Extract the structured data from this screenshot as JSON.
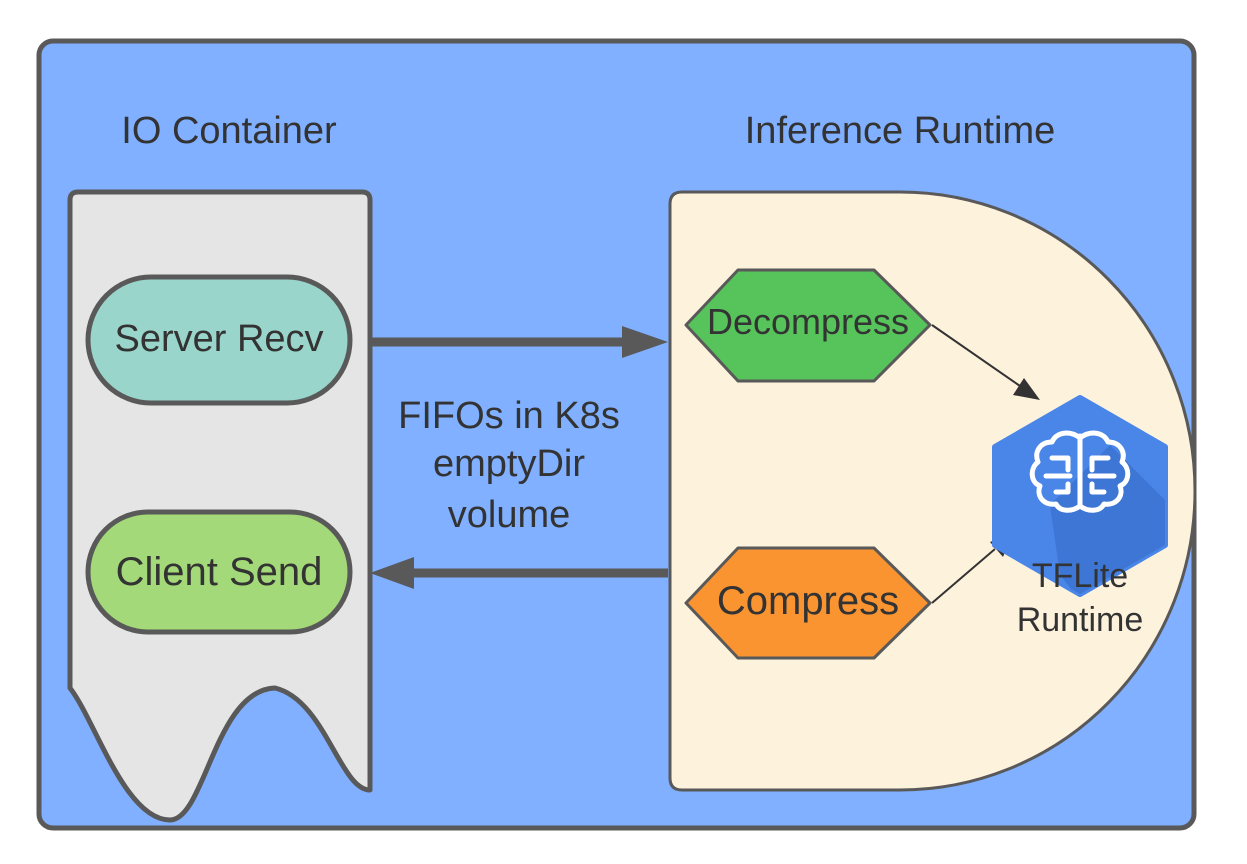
{
  "diagram": {
    "io_container": {
      "title": "IO Container",
      "server_recv": "Server Recv",
      "client_send": "Client Send"
    },
    "inference_runtime": {
      "title": "Inference Runtime",
      "decompress": "Decompress",
      "compress": "Compress",
      "tflite_line1": "TFLite",
      "tflite_line2": "Runtime"
    },
    "fifo_label": {
      "line1": "FIFOs in K8s",
      "line2": "emptyDir",
      "line3": "volume"
    },
    "icons": {
      "tflite": "brain-chip-icon"
    },
    "colors": {
      "outer_bg": "#80b0ff",
      "io_container_bg": "#e5e5e5",
      "server_recv_bg": "#99d5cb",
      "client_send_bg": "#a3d978",
      "inference_bg": "#fdf2dc",
      "decompress_bg": "#56c45a",
      "compress_bg": "#f99431",
      "tflite_blue": "#4a86e8",
      "stroke": "#595959"
    }
  }
}
